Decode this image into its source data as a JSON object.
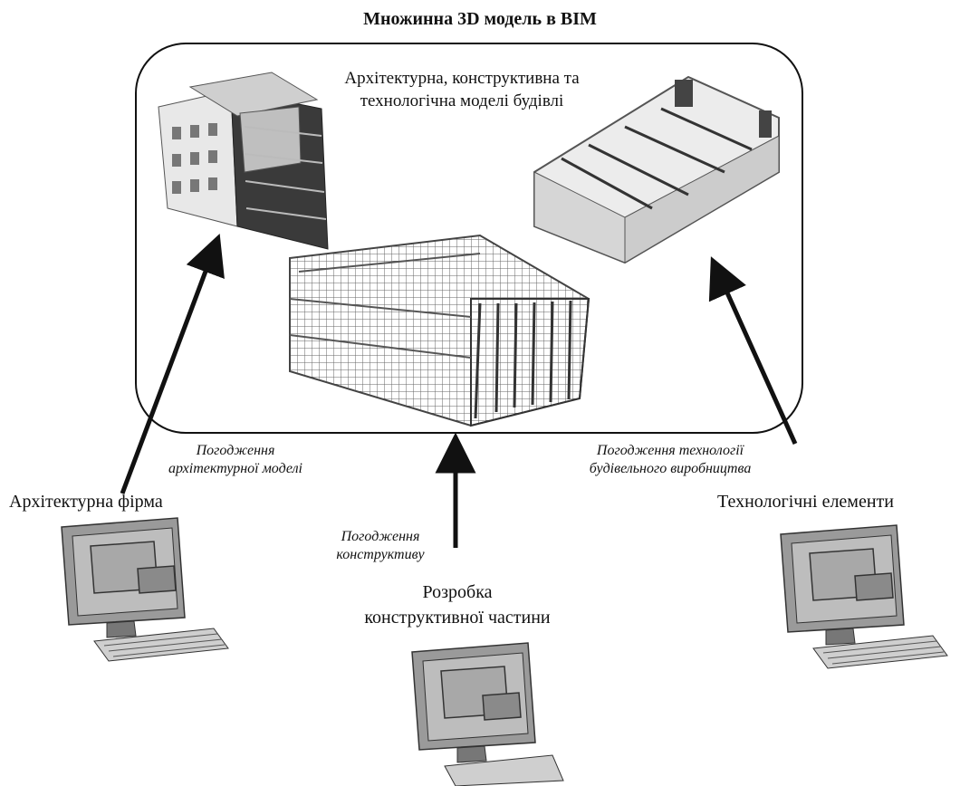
{
  "title": "Множинна 3D модель в BIM",
  "model_box": {
    "caption_line1": "Архітектурна, конструктивна та",
    "caption_line2": "технологічна моделі будівлі"
  },
  "nodes": {
    "architecture": {
      "label": "Архітектурна фірма"
    },
    "structural": {
      "label_line1": "Розробка",
      "label_line2": "конструктивної частини"
    },
    "technology": {
      "label": "Технологічні елементи"
    }
  },
  "arrows": {
    "architecture": {
      "line1": "Погодження",
      "line2": "архітектурної моделі"
    },
    "structural": {
      "line1": "Погодження",
      "line2": "конструктиву"
    },
    "technology": {
      "line1": "Погодження технології",
      "line2": "будівельного виробництва"
    }
  }
}
